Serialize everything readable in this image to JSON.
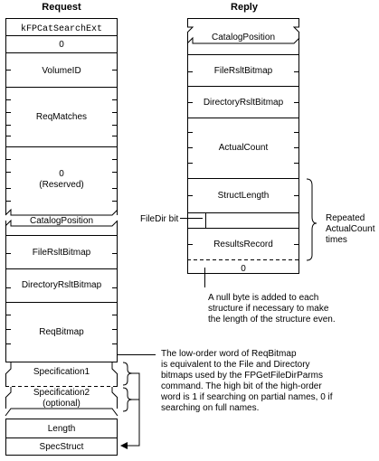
{
  "headers": {
    "request": "Request",
    "reply": "Reply"
  },
  "request": {
    "command": "kFPCatSearchExt",
    "pad": "0",
    "volume_id": "VolumeID",
    "req_matches": "ReqMatches",
    "reserved_value": "0",
    "reserved_label": "(Reserved)",
    "catalog_position": "CatalogPosition",
    "file_rslt_bitmap": "FileRsltBitmap",
    "directory_rslt_bitmap": "DirectoryRsltBitmap",
    "req_bitmap": "ReqBitmap",
    "specification1": "Specification1",
    "specification2": "Specification2",
    "specification2_note": "(optional)",
    "length": "Length",
    "spec_struct": "SpecStruct"
  },
  "reply": {
    "catalog_position": "CatalogPosition",
    "file_rslt_bitmap": "FileRsltBitmap",
    "directory_rslt_bitmap": "DirectoryRsltBitmap",
    "actual_count": "ActualCount",
    "struct_length": "StructLength",
    "file_dir_bit": "FileDir bit",
    "results_record": "ResultsRecord",
    "null_byte": "0"
  },
  "annotations": {
    "repeated": [
      "Repeated",
      "ActualCount",
      "times"
    ],
    "null_byte_note": [
      "A null byte is added to each",
      "structure if necessary to make",
      "the length of the structure even."
    ],
    "reqbitmap_note": {
      "line1": "The low-order word of ReqBitmap",
      "line2": "is equivalent to the File and Directory",
      "line3_pre": "bitmaps used by the ",
      "line3_code": "FPGetFileDirParms",
      "line4": "command. The high bit of the high-order",
      "line5": "word is 1 if searching on partial names, 0 if",
      "line6": "searching on full names."
    }
  }
}
